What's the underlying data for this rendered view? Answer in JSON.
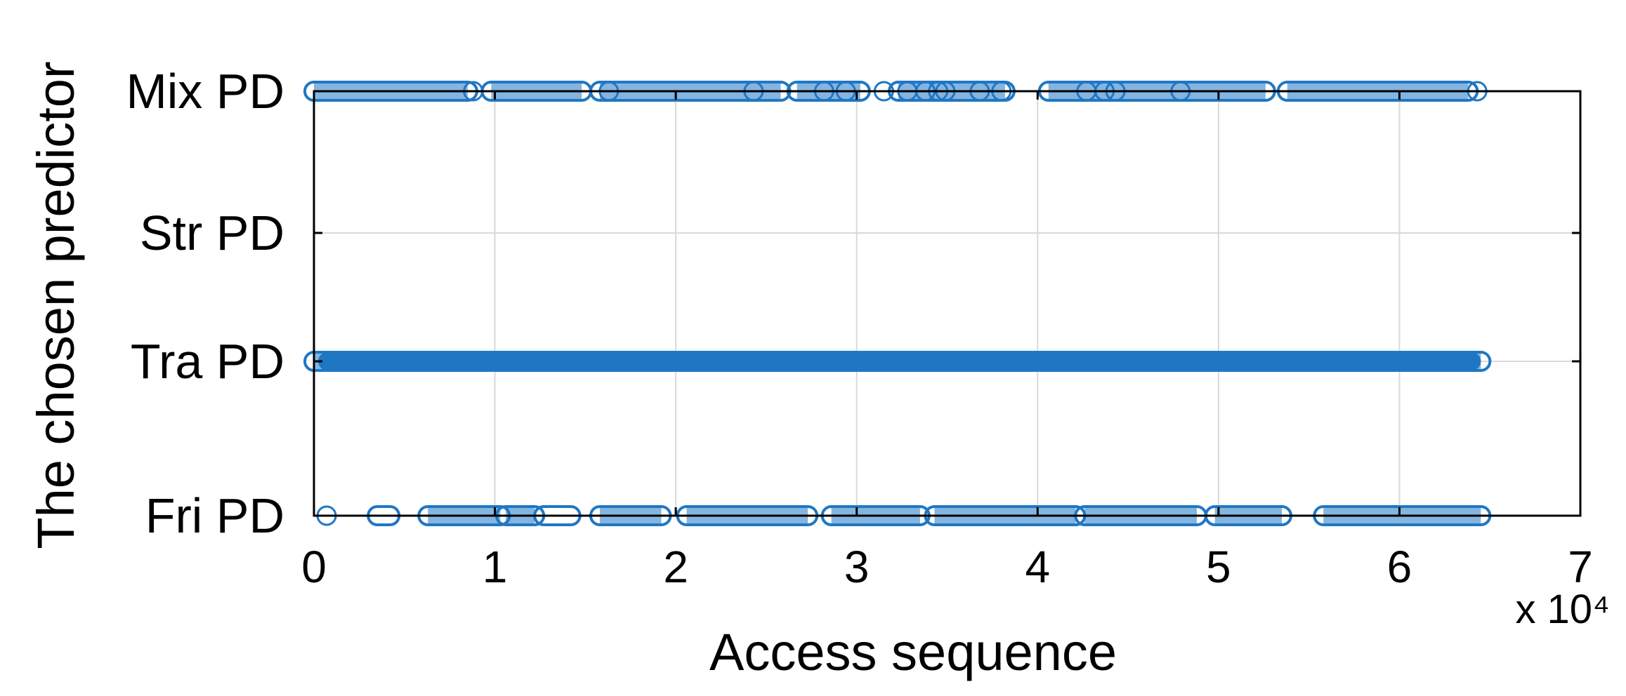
{
  "chart_data": {
    "type": "scatter",
    "title": "",
    "xlabel": "Access sequence",
    "ylabel": "The chosen predictor",
    "xlim": [
      0,
      70000
    ],
    "x_ticks": [
      0,
      10000,
      20000,
      30000,
      40000,
      50000,
      60000,
      70000
    ],
    "x_tick_labels": [
      "0",
      "1",
      "2",
      "3",
      "4",
      "5",
      "6",
      "7"
    ],
    "x_multiplier_label": "x 10⁴",
    "y_categories": [
      "Fri PD",
      "Tra PD",
      "Str PD",
      "Mix PD"
    ],
    "grid": true,
    "marker": "open-circle",
    "color": "#1f77c4",
    "series": [
      {
        "category": "Mix PD",
        "x_ranges": [
          [
            0,
            8500
          ],
          [
            9800,
            14800
          ],
          [
            15800,
            25800
          ],
          [
            26700,
            30200
          ],
          [
            32300,
            38200
          ],
          [
            40600,
            52600
          ],
          [
            53800,
            63800
          ]
        ],
        "x_points": [
          8800,
          16300,
          24300,
          28200,
          29400,
          31500,
          32800,
          33800,
          34500,
          34900,
          36800,
          38000,
          42700,
          43700,
          44300,
          47900,
          64300
        ]
      },
      {
        "category": "Str PD",
        "x_ranges": [],
        "x_points": []
      },
      {
        "category": "Tra PD",
        "x_ranges": [
          [
            0,
            64500
          ]
        ],
        "x_points": []
      },
      {
        "category": "Fri PD",
        "x_ranges": [
          [
            3500,
            4200
          ],
          [
            6300,
            10300
          ],
          [
            10600,
            12200
          ],
          [
            12700,
            14200
          ],
          [
            15800,
            19200
          ],
          [
            20600,
            27300
          ],
          [
            28600,
            33500
          ],
          [
            34300,
            42100
          ],
          [
            42600,
            48800
          ],
          [
            49800,
            53500
          ],
          [
            55800,
            64500
          ]
        ],
        "x_points": [
          700
        ]
      }
    ]
  }
}
